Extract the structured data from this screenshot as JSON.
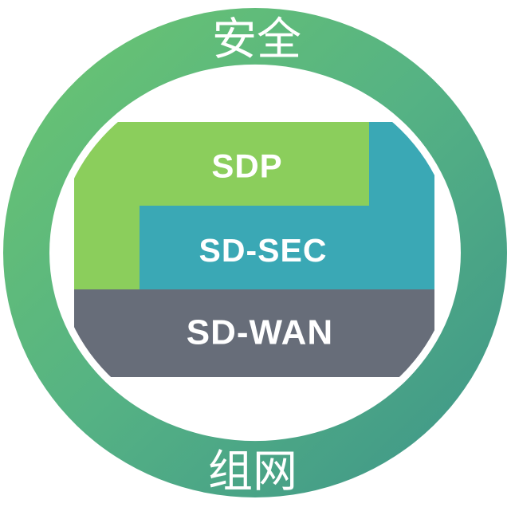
{
  "diagram": {
    "ring": {
      "top_label": "安全",
      "bottom_label": "组网",
      "gradient": {
        "start": "#6CC66F",
        "mid": "#55B284",
        "end": "#3D9489"
      }
    },
    "layers": [
      {
        "label": "SDP",
        "color": "#8BCE5C"
      },
      {
        "label": "SD-SEC",
        "color": "#3AA8B5"
      },
      {
        "label": "SD-WAN",
        "color": "#676D79"
      }
    ],
    "label_color": "#FFFFFF",
    "background": "#FFFFFF"
  }
}
